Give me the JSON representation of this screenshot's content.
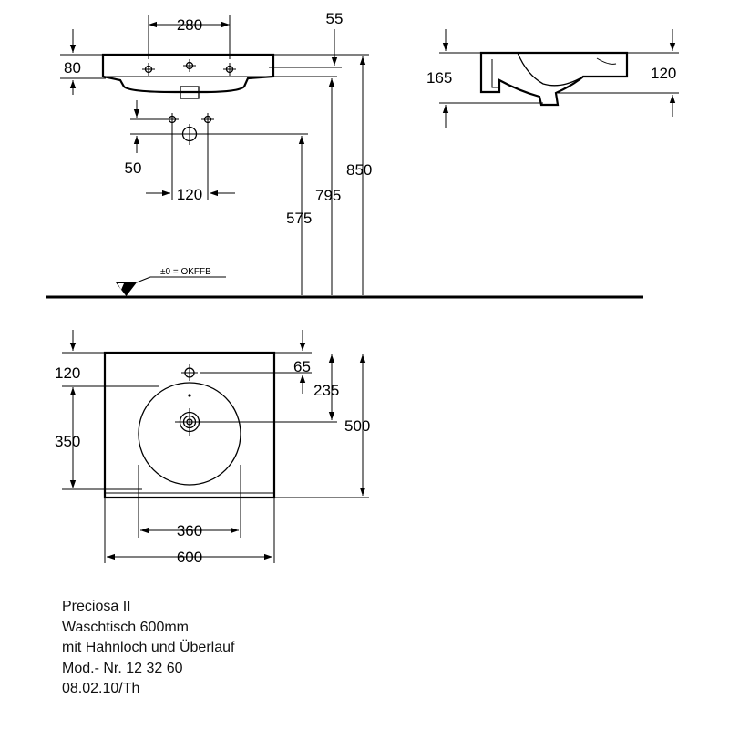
{
  "dimensions": {
    "d280": "280",
    "d55": "55",
    "d80": "80",
    "d165": "165",
    "d120_side": "120",
    "d50": "50",
    "d120_holes": "120",
    "d850": "850",
    "d795": "795",
    "d575": "575",
    "d120_top": "120",
    "d65": "65",
    "d235": "235",
    "d500": "500",
    "d350": "350",
    "d360": "360",
    "d600": "600"
  },
  "floor_label": "±0 = OKFFB",
  "caption": {
    "line1": "Preciosa II",
    "line2": "Waschtisch 600mm",
    "line3": "mit Hahnloch und Überlauf",
    "line4": "Mod.- Nr. 12 32 60",
    "line5": "08.02.10/Th"
  }
}
